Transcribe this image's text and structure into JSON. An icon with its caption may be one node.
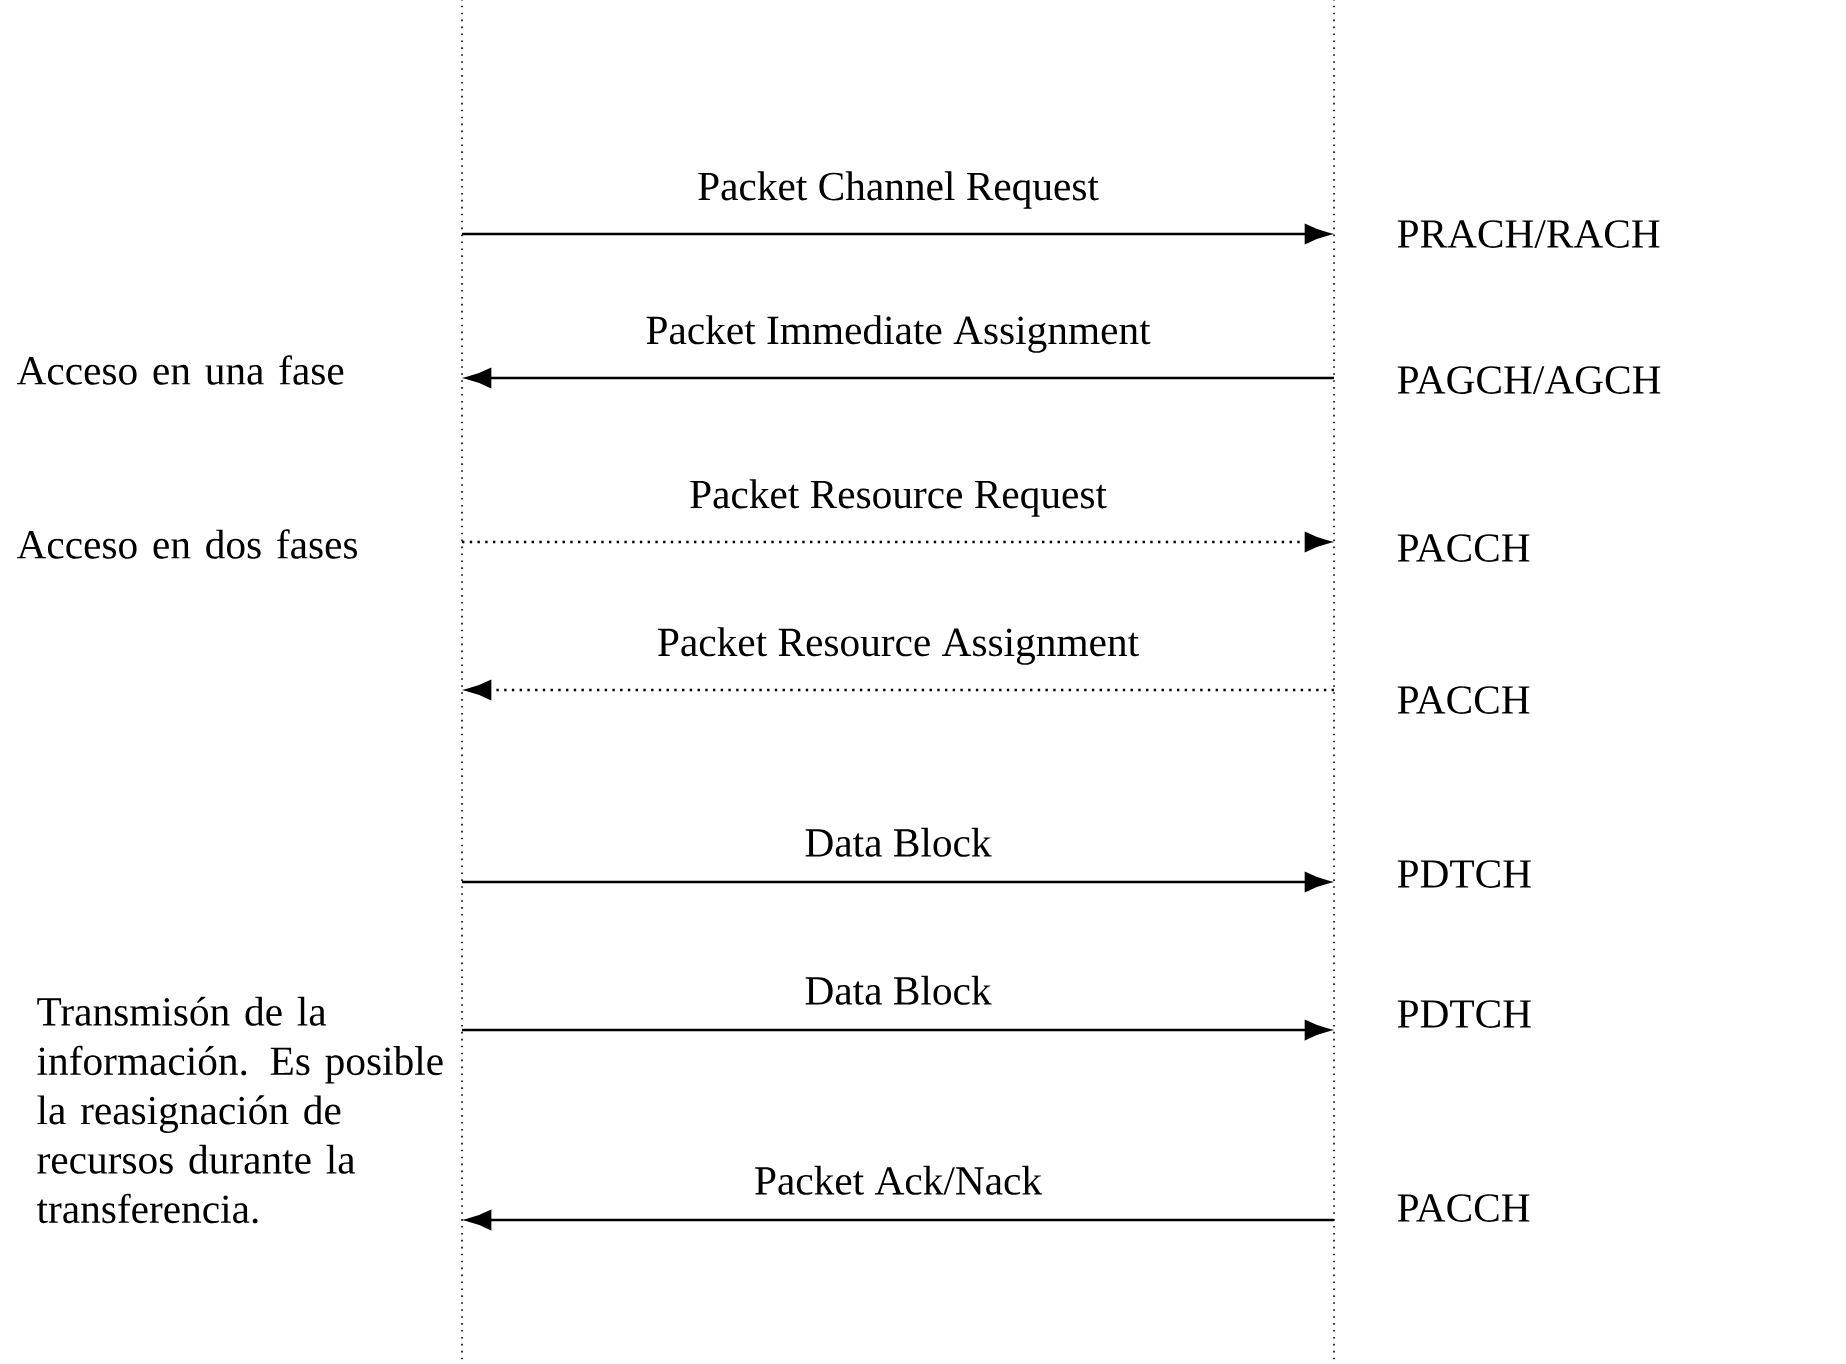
{
  "diagram": {
    "nodes": [
      {
        "text": [],
        "shape": "line"
      },
      {
        "text": [],
        "shape": "line"
      }
    ],
    "edges": [
      {
        "from": 0,
        "to": 1,
        "arrow": "to",
        "label": "Packet Channel Request"
      },
      {
        "from": 1,
        "to": 0,
        "arrow": "to",
        "label": "Packet Immediate Assignment"
      },
      {
        "from": 0,
        "to": 1,
        "arrow": "to",
        "label": "Packet Resource Request",
        "style": "dashed"
      },
      {
        "from": 1,
        "to": 0,
        "arrow": "to",
        "label": "Packet Resource Assignment",
        "style": "dashed"
      },
      {
        "from": 0,
        "to": 1,
        "arrow": "to",
        "label": "Data Block"
      },
      {
        "from": 0,
        "to": 1,
        "arrow": "to",
        "label": "Data Block"
      },
      {
        "from": 1,
        "to": 0,
        "arrow": "to",
        "label": "Packet Ack/Nack"
      }
    ],
    "labels": [
      "PRACH/RACH",
      "Acceso en una fase",
      "PAGCH/AGCH",
      "PACCH",
      "Acceso en dos fases",
      "PACCH",
      "PDTCH",
      "Transmisón de la información. Es posible la reasignación de recursos durante la transferencia.",
      "PDTCH",
      "PACCH"
    ]
  }
}
